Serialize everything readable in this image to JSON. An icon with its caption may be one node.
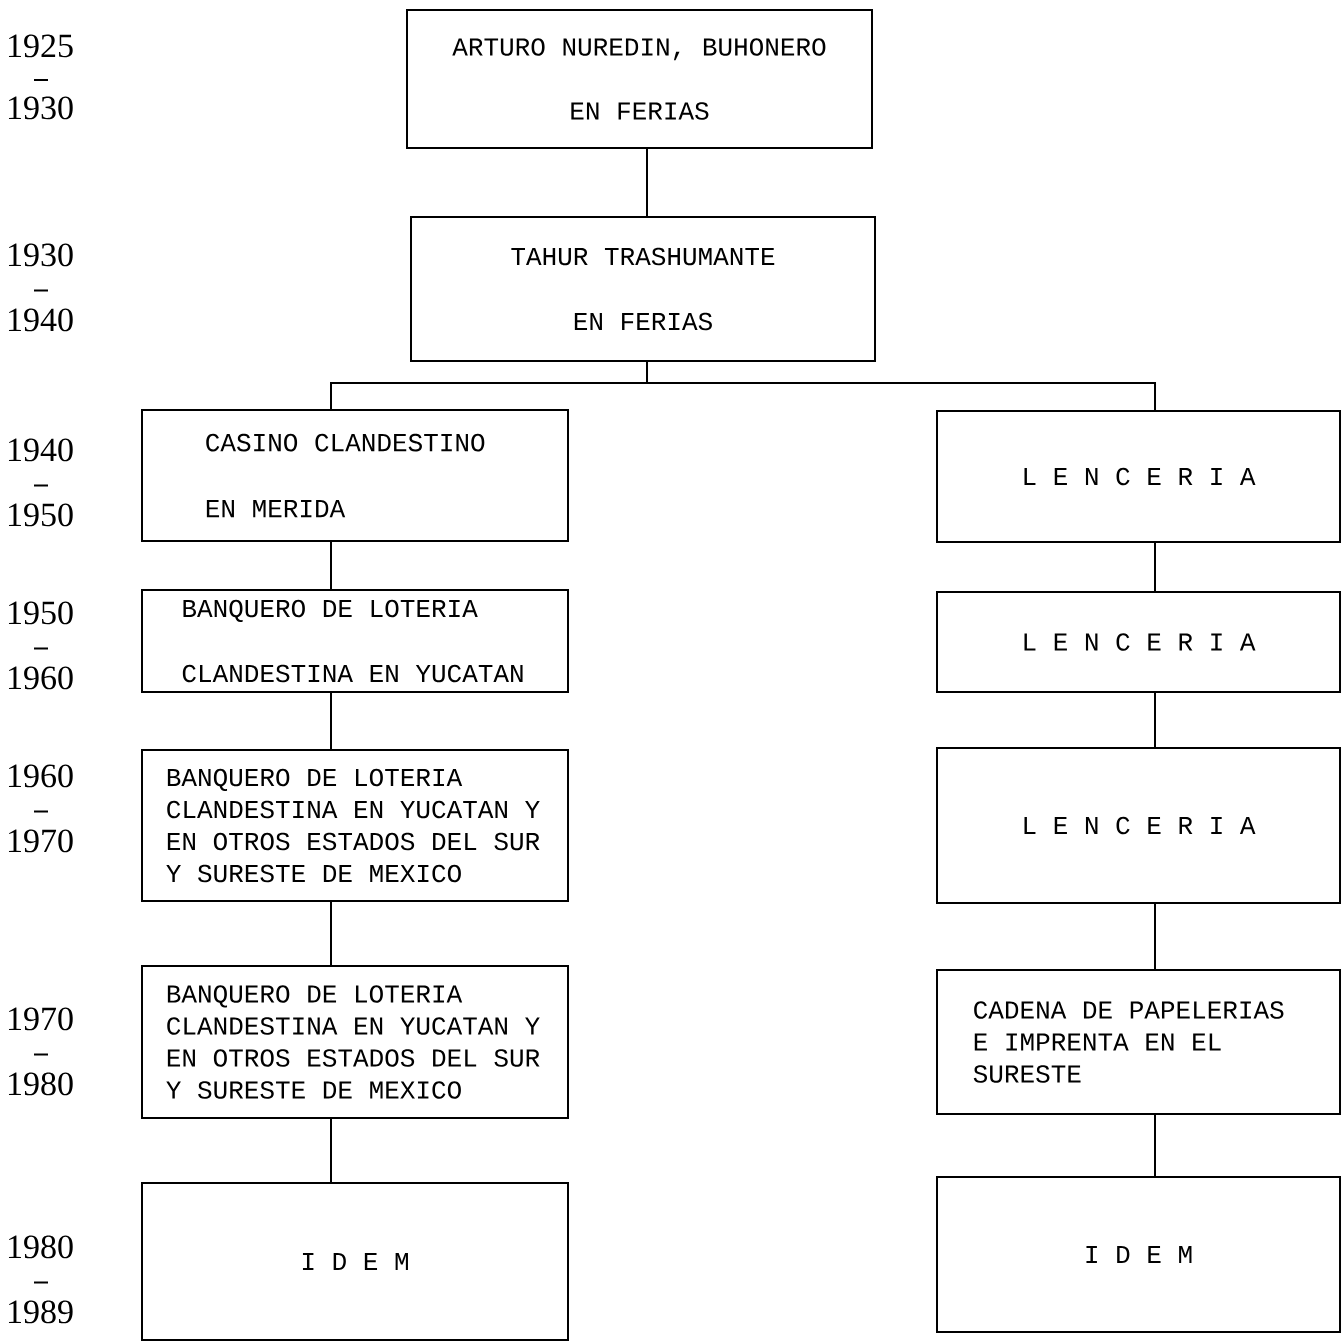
{
  "diagram": {
    "nodes": [
      {
        "text": [
          "ARTURO NUREDIN, BUHONERO EN FERIAS"
        ]
      },
      {
        "text": [
          "TAHUR TRASHUMANTE EN FERIAS"
        ]
      },
      {
        "text": [
          "CASINO CLANDESTINO EN MERIDA"
        ]
      },
      {
        "text": [
          "L E N C E R I A"
        ]
      },
      {
        "text": [
          "BANQUERO DE LOTERIA CLANDESTINA EN YUCATAN"
        ]
      },
      {
        "text": [
          "L E N C E R I A"
        ]
      },
      {
        "text": [
          "BANQUERO DE LOTERIA CLANDESTINA EN YUCATAN Y EN OTROS ESTADOS DEL SUR Y SURESTE DE MEXICO"
        ]
      },
      {
        "text": [
          "L E N C E R I A"
        ]
      },
      {
        "text": [
          "BANQUERO DE LOTERIA CLANDESTINA EN YUCATAN Y EN OTROS ESTADOS DEL SUR Y SURESTE DE MEXICO"
        ]
      },
      {
        "text": [
          "CADENA DE PAPELERIAS E IMPRENTA EN EL SURESTE"
        ]
      },
      {
        "text": [
          "I D E M"
        ]
      },
      {
        "text": [
          "I D E M"
        ]
      }
    ],
    "edges": [
      {
        "from": 0,
        "to": 1,
        "arrow": "none"
      },
      {
        "from": 1,
        "to": 2,
        "arrow": "none"
      },
      {
        "from": 1,
        "to": 3,
        "arrow": "none"
      },
      {
        "from": 2,
        "to": 4,
        "arrow": "none"
      },
      {
        "from": 3,
        "to": 5,
        "arrow": "none"
      },
      {
        "from": 4,
        "to": 6,
        "arrow": "none"
      },
      {
        "from": 5,
        "to": 7,
        "arrow": "none"
      },
      {
        "from": 6,
        "to": 8,
        "arrow": "none"
      },
      {
        "from": 7,
        "to": 9,
        "arrow": "none"
      },
      {
        "from": 8,
        "to": 10,
        "arrow": "none"
      },
      {
        "from": 9,
        "to": 11,
        "arrow": "none"
      }
    ],
    "labels": [
      "1925",
      "1930",
      "1930",
      "1940",
      "1940",
      "1950",
      "1950",
      "1960",
      "1960",
      "1970",
      "1970",
      "1980",
      "1980",
      "1989"
    ]
  }
}
